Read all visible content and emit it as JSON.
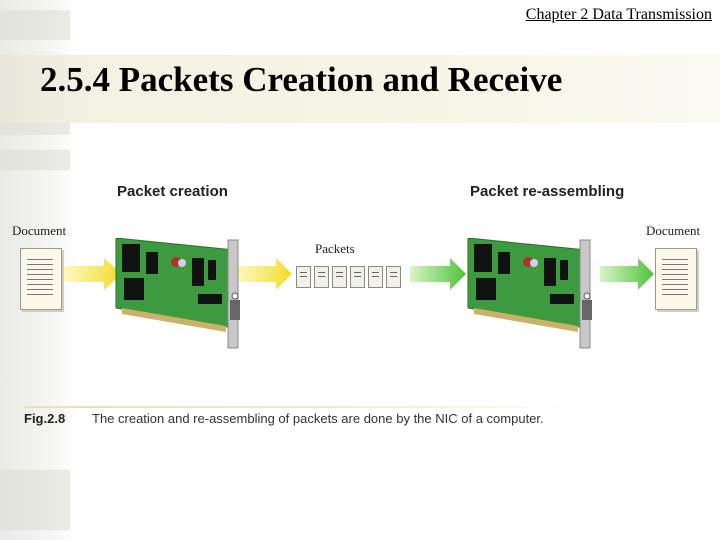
{
  "header": {
    "chapter_link": "Chapter 2   Data Transmission"
  },
  "title": "2.5.4  Packets Creation and Receive",
  "figure": {
    "left_section": "Packet creation",
    "right_section": "Packet re-assembling",
    "left_doc_label": "Document",
    "right_doc_label": "Document",
    "packets_label": "Packets",
    "packet_count": 6,
    "caption_number": "Fig.2.8",
    "caption_text": "The creation and re-assembling of packets are done by the NIC of a computer."
  },
  "colors": {
    "arrow_yellow": "#f2dc2a",
    "arrow_green": "#4fc23a",
    "card_green": "#3e9a3e",
    "chip_black": "#111111",
    "bracket_gray": "#c8c8c8"
  },
  "icons": [
    "document-icon",
    "nic-card-icon",
    "arrow-right-icon",
    "packet-icon"
  ]
}
